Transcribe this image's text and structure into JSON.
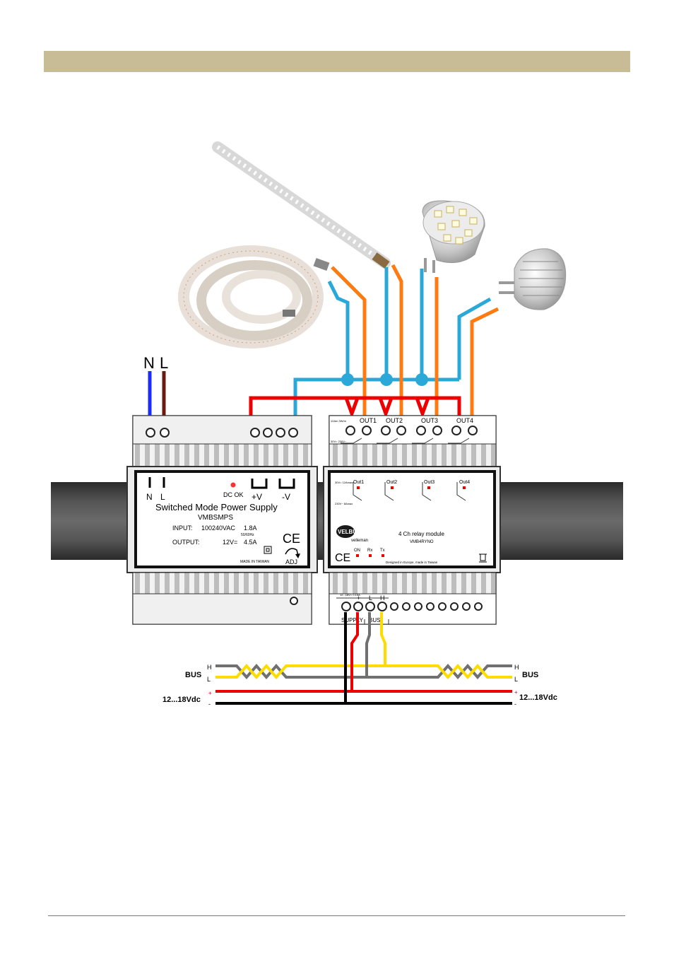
{
  "mains": {
    "n_label": "N",
    "l_label": "L"
  },
  "power_supply": {
    "terminals": [
      "N",
      "L"
    ],
    "dc_ok": "DC OK",
    "plus_v": "+V",
    "minus_v": "-V",
    "title": "Switched Mode Power Supply",
    "model": "VMBSMPS",
    "input_label": "INPUT:",
    "input_value": "100240VAC",
    "input_current": "1.8A",
    "input_freq": "50/60Hz",
    "output_label": "OUTPUT:",
    "output_value": "12V=",
    "output_current": "4.5A",
    "ce": "CE",
    "made_in": "MADE IN TAIWAN",
    "adj": "ADJ"
  },
  "relay_module": {
    "outputs": [
      "OUT1",
      "OUT2",
      "OUT3",
      "OUT4"
    ],
    "outputs_small": [
      "Out1",
      "Out2",
      "Out3",
      "Out4"
    ],
    "rating_top": "12Am 3W/m",
    "rating_side_1": "30V= 12Amax",
    "rating_side_2": "230V~ 8Amax",
    "rating_bottom": "30V= 230V~",
    "brand": "VELBUS",
    "brand_sub": "velleman",
    "title": "4 Ch relay module",
    "model": "VMB4RYNO",
    "leds": [
      "ON",
      "Rx",
      "Tx"
    ],
    "ce": "CE",
    "designed": "Designed in Europe, made in Taiwan",
    "supply_spec": "12...18V= 0.15A",
    "plus": "+",
    "l": "L",
    "h": "H",
    "supply_label": "SUPPLY",
    "bus_label": "BUS"
  },
  "bus_lines": {
    "left_bus": "BUS",
    "left_h": "H",
    "left_l": "L",
    "left_voltage": "12...18Vdc",
    "left_plus": "+",
    "left_minus": "-",
    "right_bus": "BUS",
    "right_h": "H",
    "right_l": "L",
    "right_voltage": "12...18Vdc",
    "right_plus": "+",
    "right_minus": "-"
  },
  "colors": {
    "header_band": "#c8bc96",
    "blue_wire": "#2aa8d8",
    "orange_wire": "#ff7a10",
    "red_wire": "#ee0000",
    "brown_wire": "#6b1a10",
    "mains_blue": "#1a2cff",
    "bus_yellow": "#ffdc00",
    "bus_grey": "#707070"
  }
}
